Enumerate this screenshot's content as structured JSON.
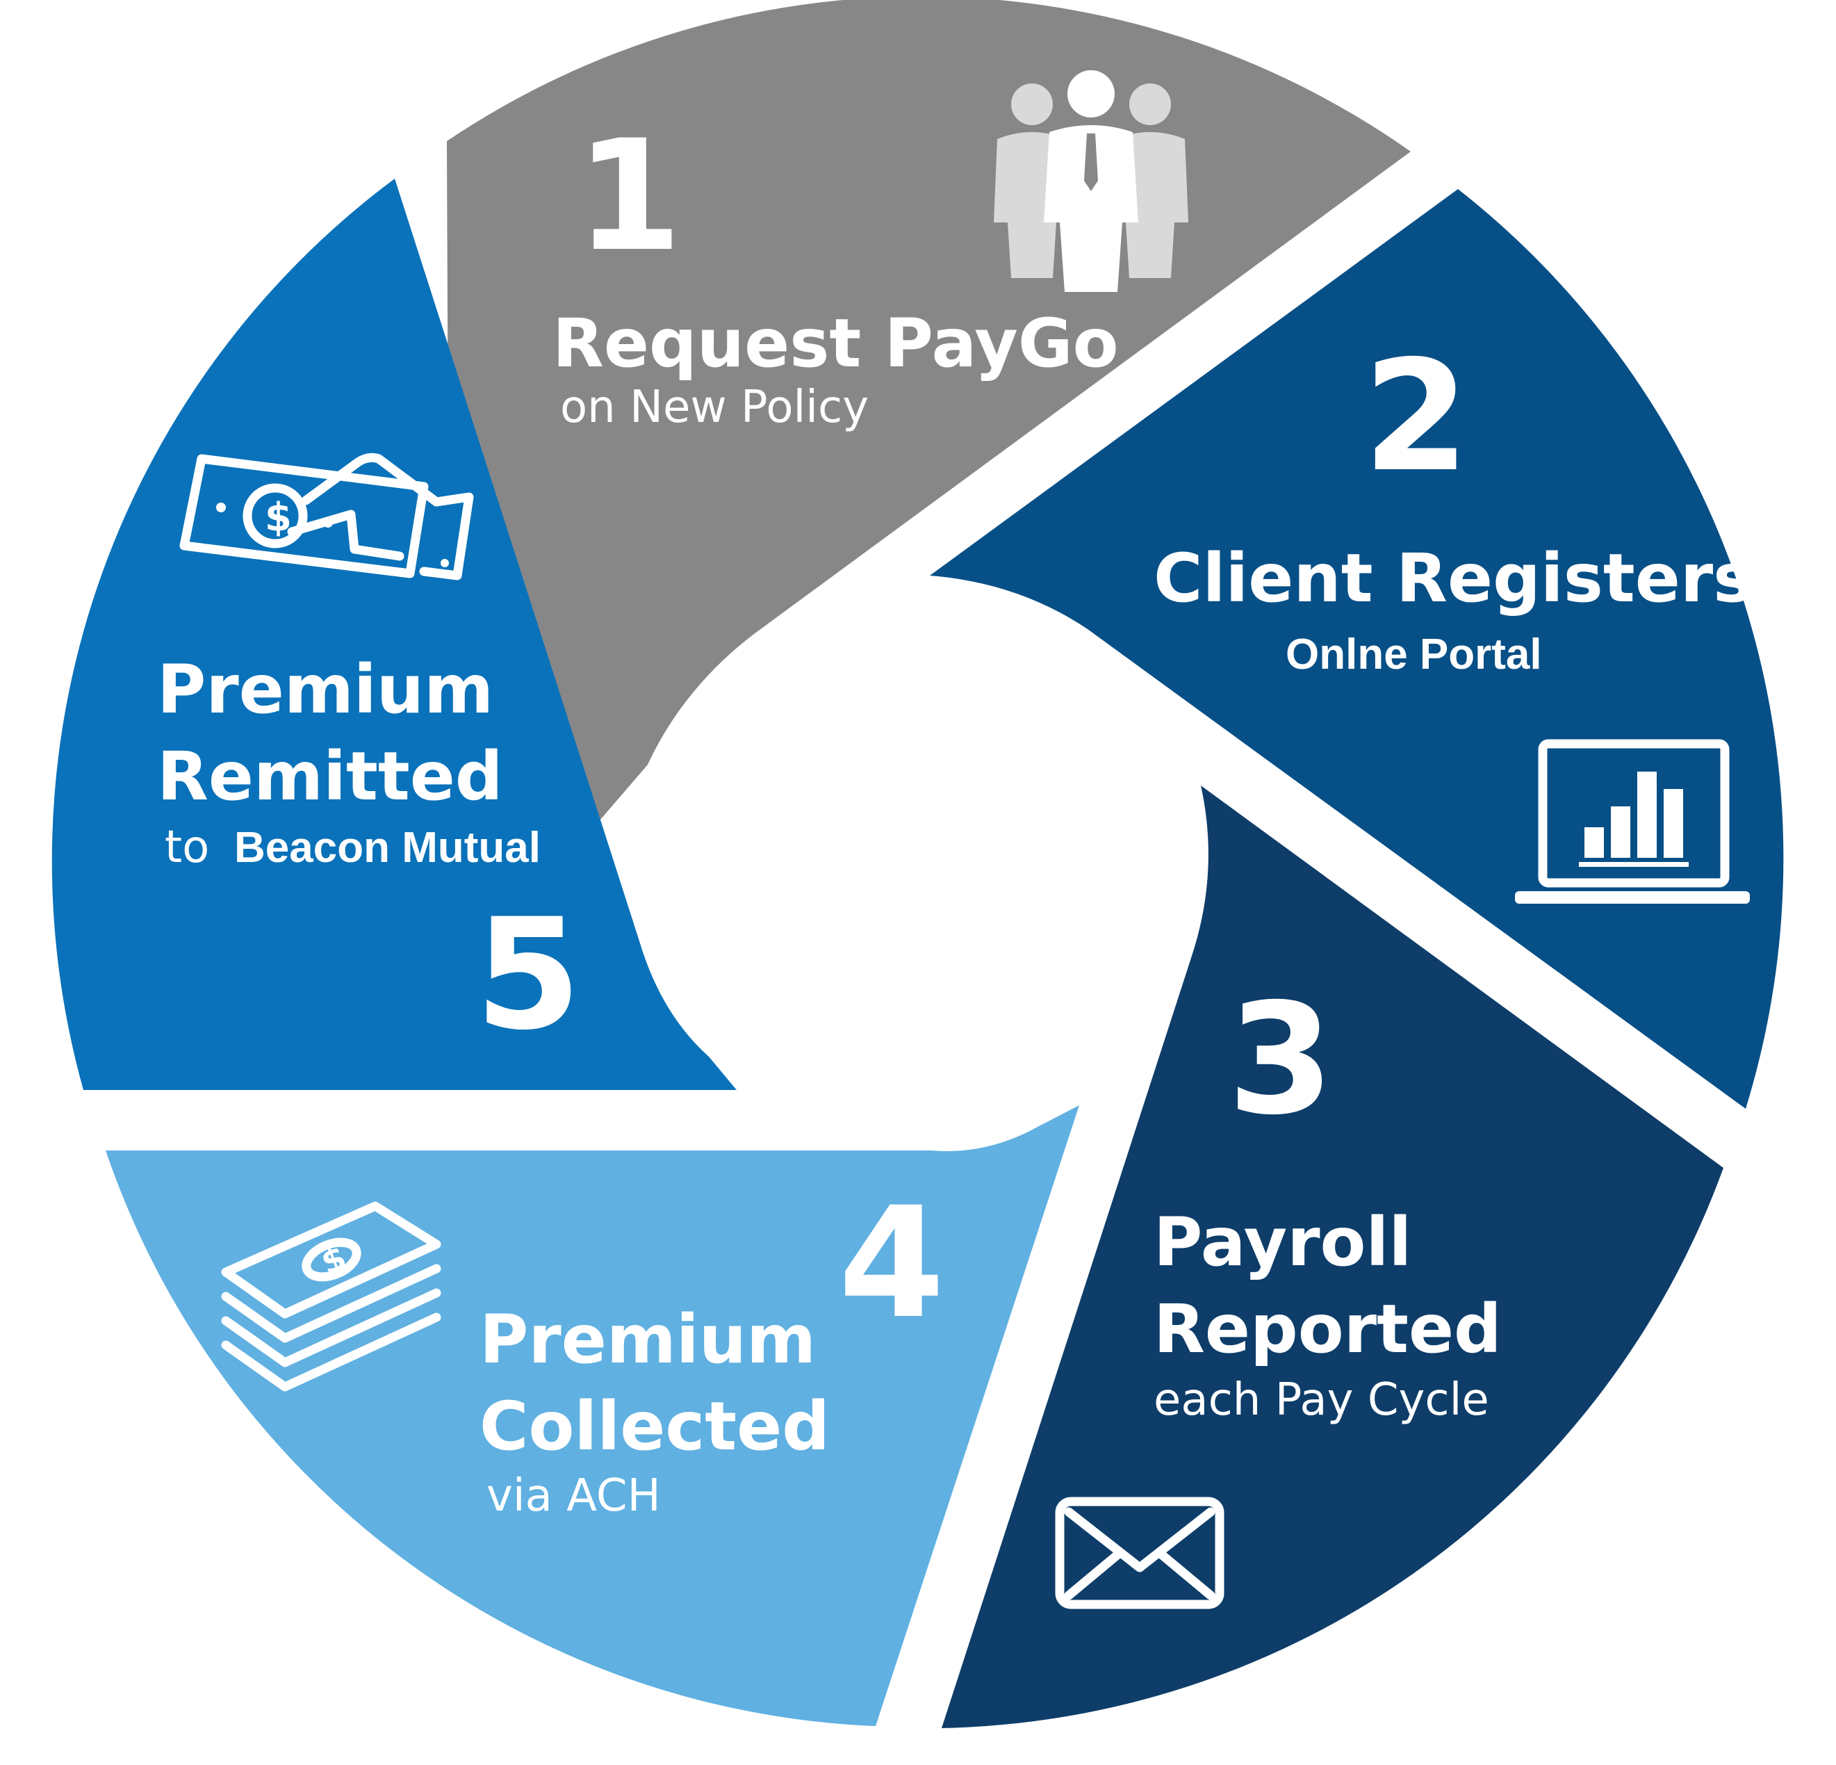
{
  "colors": {
    "step1": "#878787",
    "step2": "#074f87",
    "step3": "#0e3d69",
    "step4": "#60b0e1",
    "step5": "#0a72ba",
    "icon_gray": "#d9d9d9",
    "text": "#ffffff"
  },
  "steps": [
    {
      "number": "1",
      "title": "Request PayGo",
      "subtitle": "on New Policy",
      "icon": "people-group-icon"
    },
    {
      "number": "2",
      "title": "Client Registers",
      "subtitle": "Onlne Portal",
      "icon": "laptop-chart-icon"
    },
    {
      "number": "3",
      "title_line1": "Payroll",
      "title_line2": "Reported",
      "subtitle": "each Pay Cycle",
      "icon": "envelope-icon"
    },
    {
      "number": "4",
      "title_line1": "Premium",
      "title_line2": "Collected",
      "subtitle": "via ACH",
      "icon": "money-stack-icon"
    },
    {
      "number": "5",
      "title_line1": "Premium",
      "title_line2": "Remitted",
      "subtitle_prefix": "to",
      "subtitle": "Beacon Mutual",
      "icon": "hand-money-icon"
    }
  ]
}
